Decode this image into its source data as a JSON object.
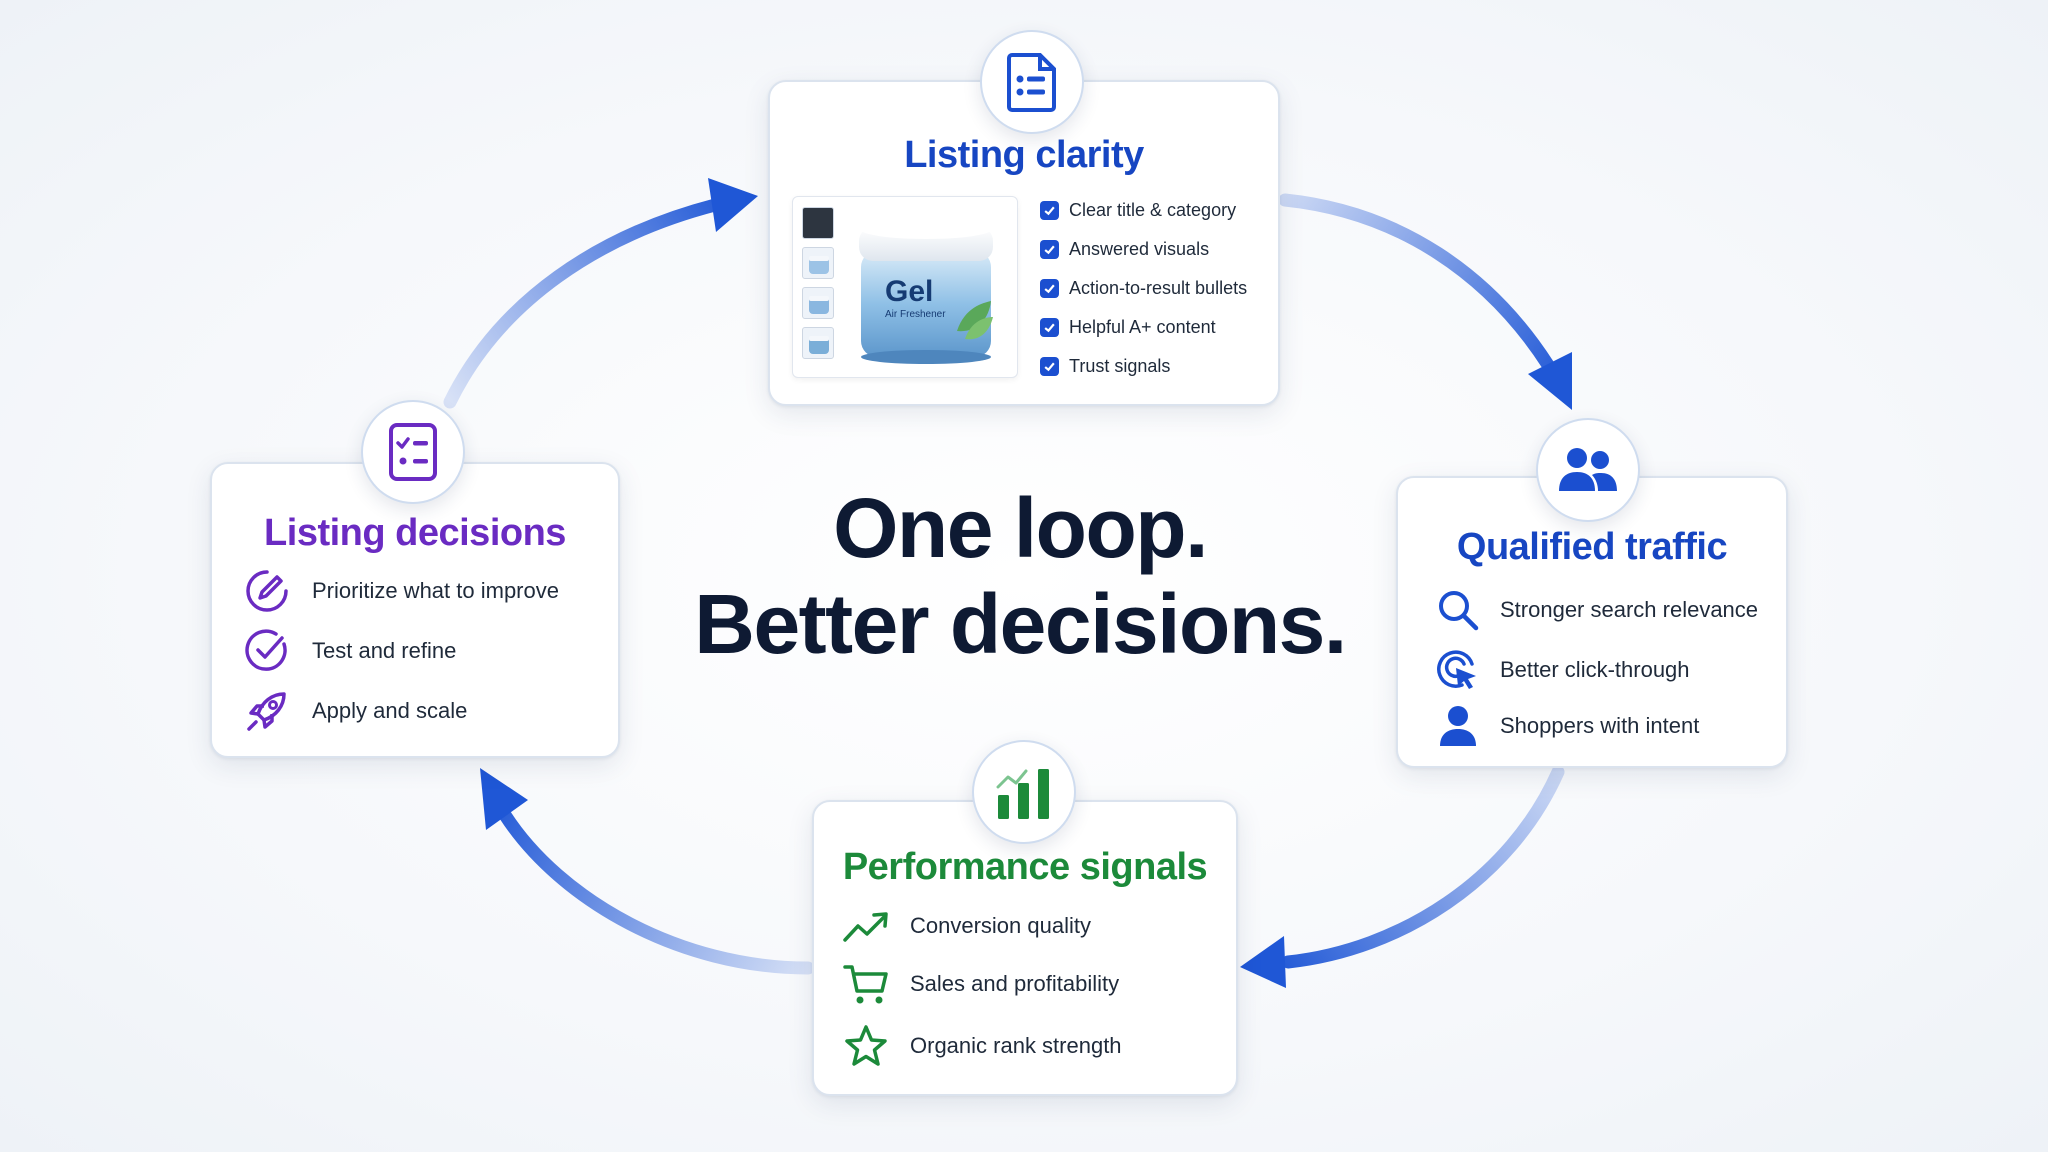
{
  "headline": {
    "line1": "One loop.",
    "line2": "Better decisions."
  },
  "listing_clarity": {
    "title": "Listing clarity",
    "icon": "document-list-icon",
    "checklist": [
      "Clear title & category",
      "Answered visuals",
      "Action-to-result bullets",
      "Helpful A+ content",
      "Trust signals"
    ],
    "product": {
      "brand": "Gel",
      "subtitle": "Air Freshener"
    }
  },
  "qualified_traffic": {
    "title": "Qualified traffic",
    "icon": "users-icon",
    "items": [
      {
        "icon": "search-icon",
        "label": "Stronger search relevance"
      },
      {
        "icon": "target-cursor-icon",
        "label": "Better click-through"
      },
      {
        "icon": "person-icon",
        "label": "Shoppers with intent"
      }
    ]
  },
  "performance_signals": {
    "title": "Performance signals",
    "icon": "bar-chart-icon",
    "items": [
      {
        "icon": "trend-up-icon",
        "label": "Conversion quality"
      },
      {
        "icon": "cart-icon",
        "label": "Sales and profitability"
      },
      {
        "icon": "star-icon",
        "label": "Organic rank strength"
      }
    ]
  },
  "listing_decisions": {
    "title": "Listing decisions",
    "icon": "checklist-icon",
    "items": [
      {
        "icon": "edit-pen-icon",
        "label": "Prioritize what to improve"
      },
      {
        "icon": "check-circle-icon",
        "label": "Test and refine"
      },
      {
        "icon": "rocket-icon",
        "label": "Apply and scale"
      }
    ]
  },
  "colors": {
    "arrow_blue": "#1f57d6",
    "clarity_blue": "#1746c2",
    "decisions_purple": "#6a2bc2",
    "performance_green": "#1c8a3a",
    "headline": "#0e1a33"
  }
}
